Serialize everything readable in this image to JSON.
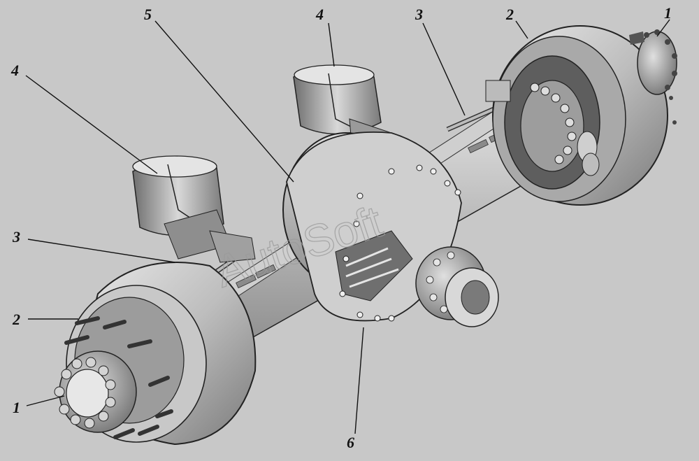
{
  "callouts": [
    {
      "id": "1a",
      "text": "1"
    },
    {
      "id": "2a",
      "text": "2"
    },
    {
      "id": "3a",
      "text": "3"
    },
    {
      "id": "4a",
      "text": "4"
    },
    {
      "id": "5",
      "text": "5"
    },
    {
      "id": "4b",
      "text": "4"
    },
    {
      "id": "3b",
      "text": "3"
    },
    {
      "id": "2b",
      "text": "2"
    },
    {
      "id": "1b",
      "text": "1"
    },
    {
      "id": "6",
      "text": "6"
    }
  ],
  "watermark": "AutoSoft"
}
